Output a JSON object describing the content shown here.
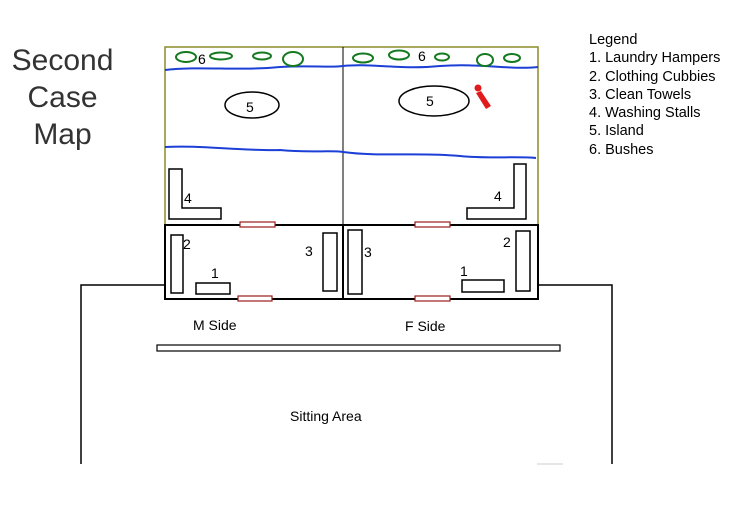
{
  "title": {
    "line1": "Second",
    "line2": "Case",
    "line3": "Map"
  },
  "legend": {
    "heading": "Legend",
    "items": [
      "1. Laundry Hampers",
      "2. Clothing Cubbies",
      "3. Clean Towels",
      "4. Washing Stalls",
      "5. Island",
      "6. Bushes"
    ]
  },
  "labels": {
    "m_side": "M Side",
    "f_side": "F Side",
    "sitting_area": "Sitting Area"
  },
  "markers": {
    "one": "1",
    "two": "2",
    "three": "3",
    "four": "4",
    "five": "5",
    "six": "6"
  },
  "colors": {
    "outline": "#000000",
    "yard_border": "#8b8b28",
    "water_line": "#1c3fd6",
    "bush": "#157a1f",
    "door": "#9b1b1b",
    "figure": "#e11b1b"
  }
}
